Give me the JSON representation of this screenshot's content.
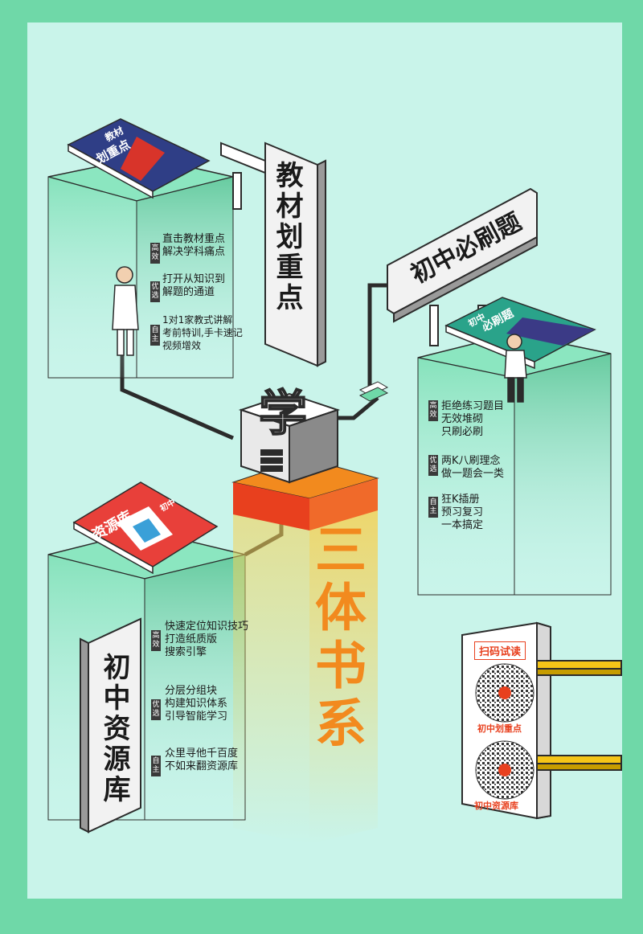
{
  "colors": {
    "border": "#6fd8a8",
    "background": "#c9f4ea",
    "pillar_green": "#6fd8a8",
    "pillar_dark": "#3e8f72",
    "accent_red": "#e8401e",
    "accent_orange": "#f28a1e",
    "gold": "#f3d25a",
    "yellow_frame": "#f5c518",
    "ink": "#1a1a1a"
  },
  "center": {
    "logo_char": "学",
    "slogan": "三体书系"
  },
  "series": [
    {
      "sign": "教材划重点",
      "book_title": "划重点",
      "book_subtitle": "教材",
      "features": [
        {
          "badge": "高效",
          "lines": [
            "直击教材重点",
            "解决学科痛点"
          ]
        },
        {
          "badge": "优选",
          "lines": [
            "打开从知识到",
            "解题的通道"
          ]
        },
        {
          "badge": "自主",
          "lines": [
            "1对1家教式讲解",
            "考前特训,手卡速记",
            "视频增效"
          ]
        }
      ]
    },
    {
      "sign": "初中必刷题",
      "book_title": "必刷题",
      "book_subtitle": "初中",
      "features": [
        {
          "badge": "高效",
          "lines": [
            "拒绝练习题目",
            "无效堆砌",
            "只刷必刷"
          ]
        },
        {
          "badge": "优选",
          "lines": [
            "两K八刷理念",
            "做一题会一类"
          ]
        },
        {
          "badge": "自主",
          "lines": [
            "狂K插册",
            "预习复习",
            "一本搞定"
          ]
        }
      ]
    },
    {
      "sign": "初中资源库",
      "book_title": "资源库",
      "book_subtitle": "初中",
      "features": [
        {
          "badge": "高效",
          "lines": [
            "快速定位知识技巧",
            "打造纸质版",
            "搜索引擎"
          ]
        },
        {
          "badge": "优选",
          "lines": [
            "分层分组块",
            "构建知识体系",
            "引导智能学习"
          ]
        },
        {
          "badge": "自主",
          "lines": [
            "众里寻他千百度",
            "不如来翻资源库"
          ]
        }
      ]
    }
  ],
  "scan_board": {
    "title": "扫码试读",
    "codes": [
      {
        "label": "初中划重点"
      },
      {
        "label": "初中资源库"
      }
    ]
  }
}
